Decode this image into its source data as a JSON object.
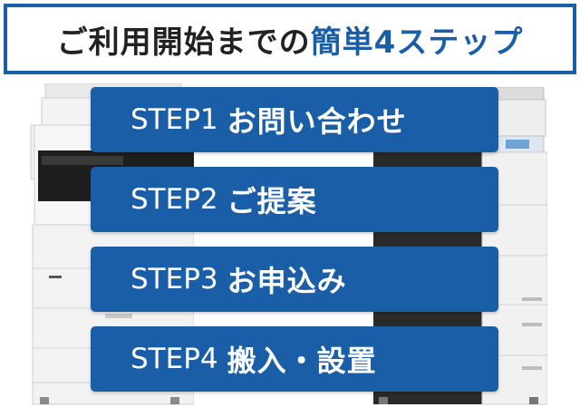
{
  "title": {
    "main": "ご利用開始までの",
    "accent": "簡単4ステップ"
  },
  "steps": [
    {
      "label": "STEP1",
      "text": "お問い合わせ"
    },
    {
      "label": "STEP2",
      "text": "ご提案"
    },
    {
      "label": "STEP3",
      "text": "お申込み"
    },
    {
      "label": "STEP4",
      "text": "搬入・設置"
    }
  ],
  "colors": {
    "accent": "#1b5ea8",
    "title_text": "#222222",
    "step_text": "#ffffff"
  },
  "icons": [
    "copier-white-illustration",
    "copier-black-illustration"
  ]
}
